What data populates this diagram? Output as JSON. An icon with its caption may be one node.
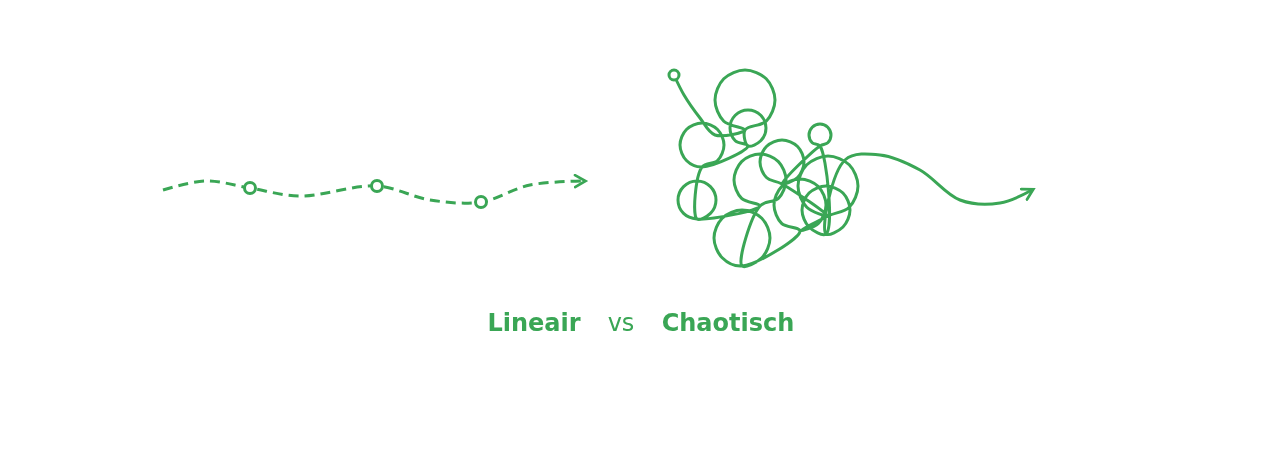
{
  "diagram": {
    "labels": [
      "Lineair",
      "vs",
      "Chaotisch"
    ]
  }
}
